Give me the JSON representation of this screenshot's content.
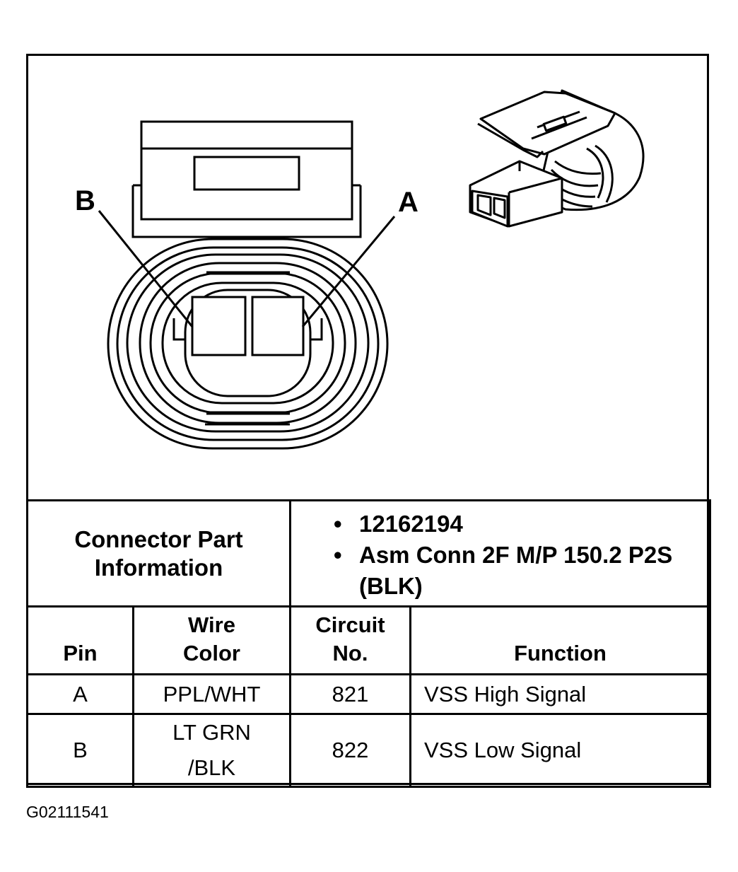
{
  "diagram": {
    "pin_labels": [
      "B",
      "A"
    ]
  },
  "info": {
    "label_line1": "Connector Part",
    "label_line2": "Information",
    "items": [
      "12162194",
      "Asm Conn 2F M/P 150.2 P2S (BLK)"
    ]
  },
  "table": {
    "headers": {
      "pin": "Pin",
      "wire_color_line1": "Wire",
      "wire_color_line2": "Color",
      "circuit_line1": "Circuit",
      "circuit_line2": "No.",
      "function": "Function"
    },
    "rows": [
      {
        "pin": "A",
        "wire_line1": "PPL/WHT",
        "wire_line2": "",
        "circuit": "821",
        "function": "VSS High Signal"
      },
      {
        "pin": "B",
        "wire_line1": "LT GRN",
        "wire_line2": "/BLK",
        "circuit": "822",
        "function": "VSS Low Signal"
      }
    ]
  },
  "figure_code": "G02111541"
}
